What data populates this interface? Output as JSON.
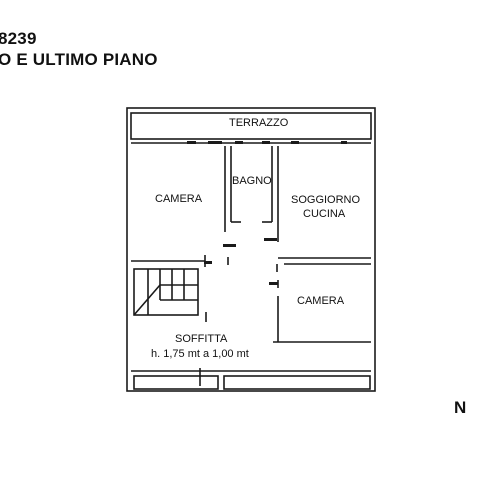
{
  "header": {
    "line1": "8239",
    "line2": "O E ULTIMO PIANO"
  },
  "rooms": {
    "terrazzo": "TERRAZZO",
    "camera_left": "CAMERA",
    "bagno": "BAGNO",
    "soggiorno": "SOGGIORNO",
    "cucina": "CUCINA",
    "camera_right": "CAMERA",
    "soffitta": "SOFFITTA",
    "soffitta_height": "h. 1,75 mt a 1,00 mt"
  },
  "north_label": "N",
  "colors": {
    "wall": "#1a1a1a",
    "background": "#ffffff"
  }
}
